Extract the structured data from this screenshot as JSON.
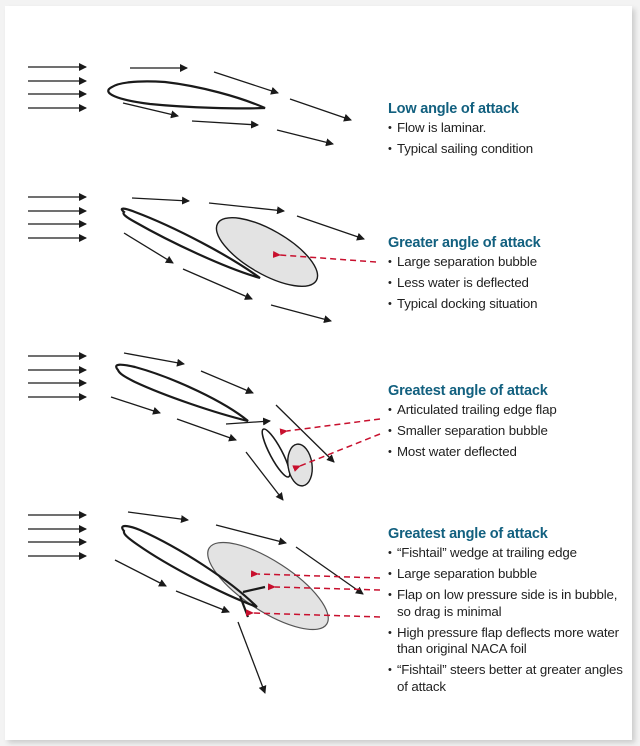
{
  "colors": {
    "heading": "#12607f",
    "text": "#1f1f1f",
    "arrow": "#1a1a1a",
    "bubble_fill": "#e3e3e3",
    "pointer_dashed": "#c8102e"
  },
  "panels": [
    {
      "id": "low",
      "heading": "Low angle of attack",
      "bullets": [
        "Flow is laminar.",
        "Typical sailing condition"
      ]
    },
    {
      "id": "greater",
      "heading": "Greater angle of attack",
      "bullets": [
        "Large separation bubble",
        "Less water is deflected",
        "Typical docking situation"
      ]
    },
    {
      "id": "greatest-flap",
      "heading": "Greatest angle of attack",
      "bullets": [
        "Articulated trailing edge flap",
        "Smaller separation bubble",
        "Most water deflected"
      ]
    },
    {
      "id": "greatest-fishtail",
      "heading": "Greatest angle of attack",
      "bullets": [
        "“Fishtail” wedge at trailing edge",
        "Large separation bubble",
        "Flap on low pressure side is in bubble, so drag is minimal",
        "High pressure flap deflects more water than original NACA foil",
        "“Fishtail” steers better at greater angles of attack"
      ]
    }
  ]
}
